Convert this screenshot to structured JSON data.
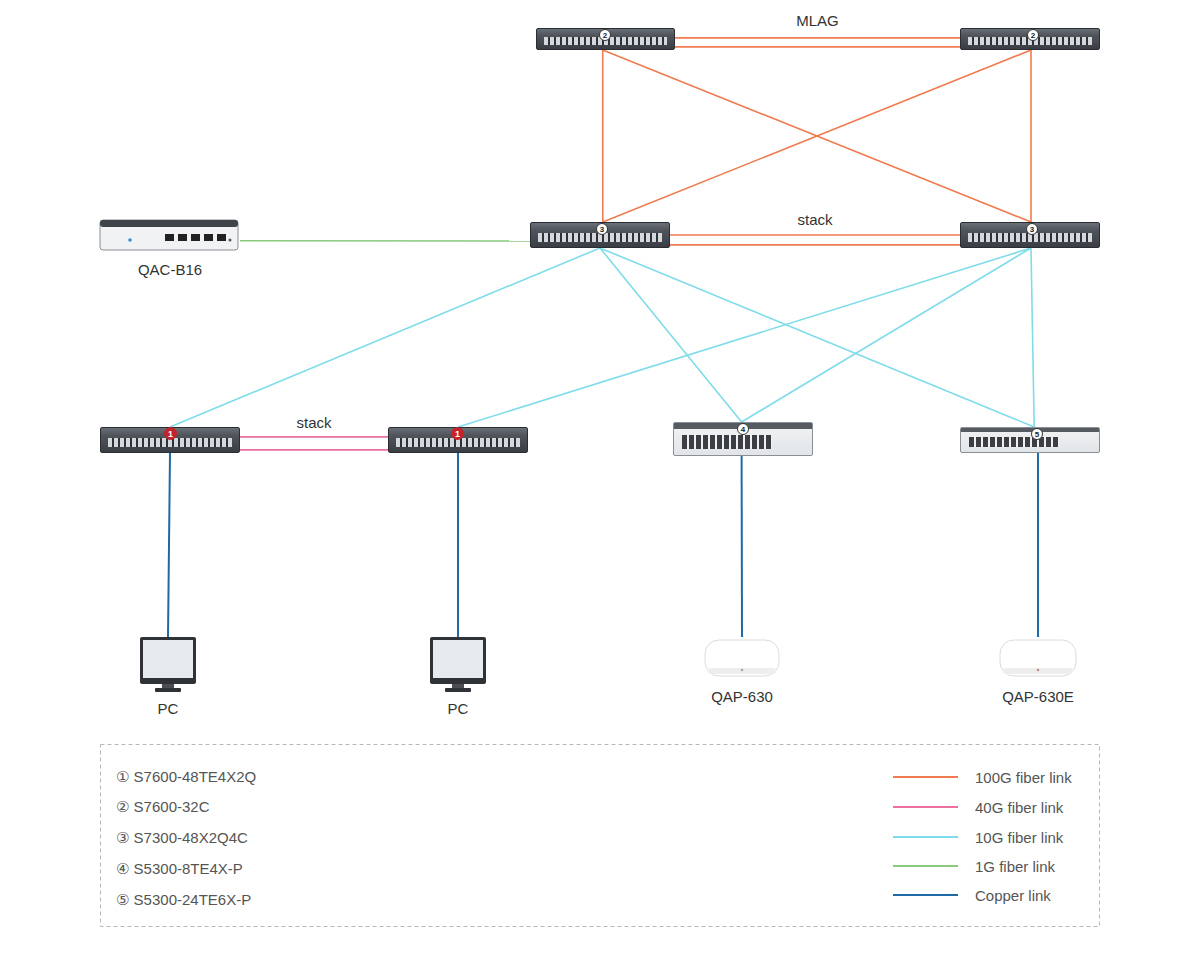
{
  "diagram": {
    "nodes": [
      {
        "text": [
          "2"
        ]
      },
      {
        "text": [
          "2"
        ]
      },
      {
        "text": [
          "QAC-B16"
        ]
      },
      {
        "text": [
          "3"
        ]
      },
      {
        "text": [
          "3"
        ]
      },
      {
        "text": [
          "1"
        ]
      },
      {
        "text": [
          "1"
        ]
      },
      {
        "text": [
          "4"
        ]
      },
      {
        "text": [
          "5"
        ]
      },
      {
        "text": [
          "PC"
        ]
      },
      {
        "text": [
          "PC"
        ]
      },
      {
        "text": [
          "QAP-630"
        ]
      },
      {
        "text": [
          "QAP-630E"
        ]
      }
    ],
    "edges": [
      {
        "from": 0,
        "to": 1,
        "arrow": "none",
        "label": "MLAG"
      },
      {
        "from": 0,
        "to": 1,
        "arrow": "none"
      },
      {
        "from": 0,
        "to": 3,
        "arrow": "none"
      },
      {
        "from": 0,
        "to": 4,
        "arrow": "none"
      },
      {
        "from": 1,
        "to": 3,
        "arrow": "none"
      },
      {
        "from": 1,
        "to": 4,
        "arrow": "none"
      },
      {
        "from": 3,
        "to": 4,
        "arrow": "none",
        "label": "stack"
      },
      {
        "from": 3,
        "to": 4,
        "arrow": "none"
      },
      {
        "from": 2,
        "to": 3,
        "arrow": "none"
      },
      {
        "from": 3,
        "to": 5,
        "arrow": "none"
      },
      {
        "from": 3,
        "to": 7,
        "arrow": "none"
      },
      {
        "from": 3,
        "to": 8,
        "arrow": "none"
      },
      {
        "from": 4,
        "to": 6,
        "arrow": "none"
      },
      {
        "from": 4,
        "to": 7,
        "arrow": "none"
      },
      {
        "from": 4,
        "to": 8,
        "arrow": "none"
      },
      {
        "from": 5,
        "to": 6,
        "arrow": "none",
        "label": "stack"
      },
      {
        "from": 5,
        "to": 6,
        "arrow": "none"
      },
      {
        "from": 5,
        "to": 9,
        "arrow": "none"
      },
      {
        "from": 6,
        "to": 10,
        "arrow": "none"
      },
      {
        "from": 7,
        "to": 11,
        "arrow": "none"
      },
      {
        "from": 8,
        "to": 12,
        "arrow": "none"
      }
    ],
    "labels": [
      "① S7600-48TE4X2Q",
      "② S7600-32C",
      "③ S7300-48X2Q4C",
      "④ S5300-8TE4X-P",
      "⑤ S5300-24TE6X-P"
    ],
    "legend": [
      {
        "text": "100G fiber link",
        "color": "#ef7b4f"
      },
      {
        "text": "40G fiber link",
        "color": "#ec6fa0"
      },
      {
        "text": "10G fiber link",
        "color": "#7fdcea"
      },
      {
        "text": "1G fiber link",
        "color": "#8bc97e"
      },
      {
        "text": "Copper link",
        "color": "#1e6aa6"
      }
    ]
  }
}
